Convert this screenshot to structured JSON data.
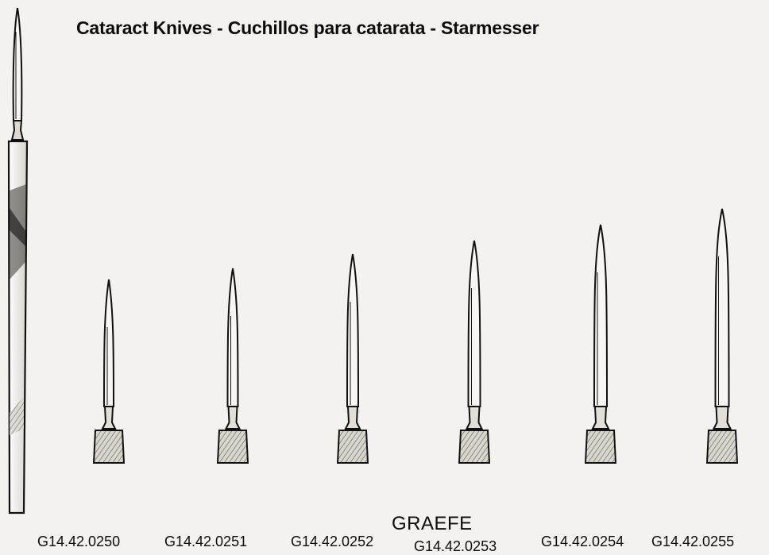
{
  "page": {
    "title": "Cataract Knives - Cuchillos para catarata - Starmesser",
    "series_name": "GRAEFE"
  },
  "products": [
    {
      "code": "G14.42.0250"
    },
    {
      "code": "G14.42.0251"
    },
    {
      "code": "G14.42.0252"
    },
    {
      "code": "G14.42.0253"
    },
    {
      "code": "G14.42.0254"
    },
    {
      "code": "G14.42.0255"
    }
  ],
  "colors": {
    "background": "#f4f2ef",
    "ink": "#111111",
    "blade_fill": "#f7f6f2"
  }
}
